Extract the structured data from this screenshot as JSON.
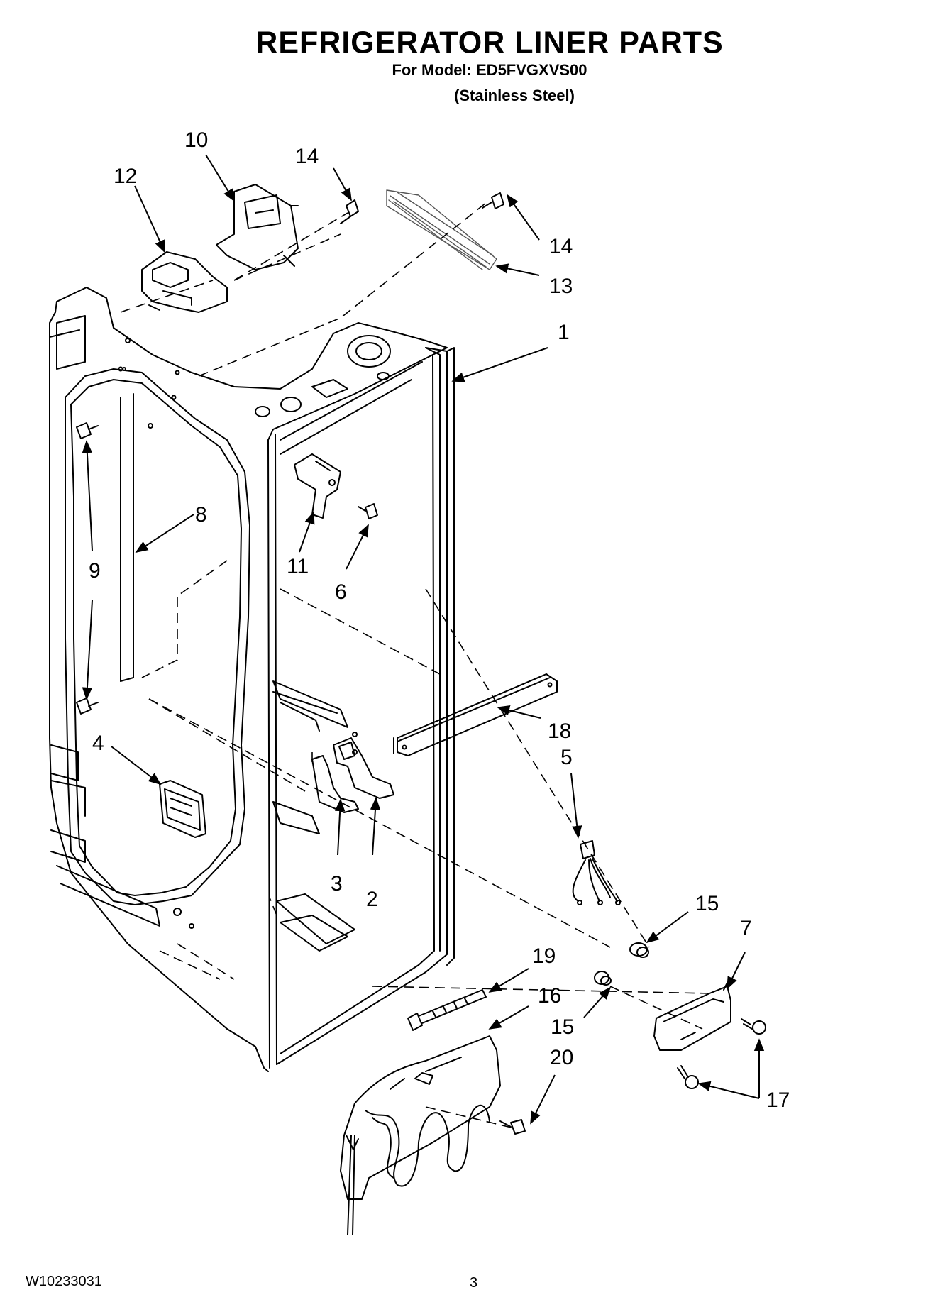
{
  "header": {
    "title": "REFRIGERATOR LINER PARTS",
    "model_line": "For Model: ED5FVGXVS00",
    "finish": "(Stainless Steel)"
  },
  "footer": {
    "document_number": "W10233031",
    "page_number": "3"
  },
  "callouts": {
    "c1": "1",
    "c2": "2",
    "c3": "3",
    "c4": "4",
    "c5": "5",
    "c6": "6",
    "c7": "7",
    "c8": "8",
    "c9": "9",
    "c10": "10",
    "c11": "11",
    "c12": "12",
    "c13": "13",
    "c14a": "14",
    "c14b": "14",
    "c15a": "15",
    "c15b": "15",
    "c16": "16",
    "c17": "17",
    "c18": "18",
    "c19": "19",
    "c20": "20"
  }
}
